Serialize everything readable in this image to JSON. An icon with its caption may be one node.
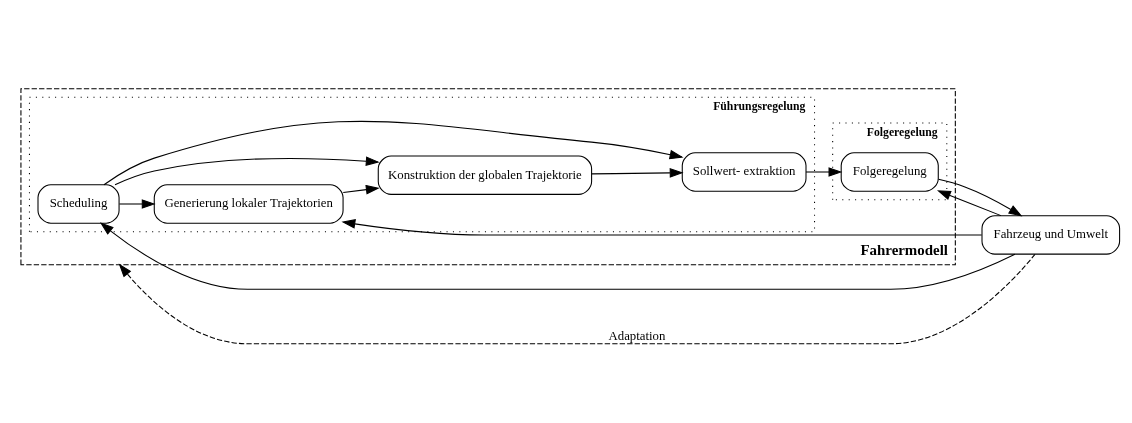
{
  "diagram": {
    "nodes": [
      {
        "text": [
          "Fahrermodell"
        ]
      },
      {
        "text": [
          "Führungsregelung"
        ],
        "in": 0
      },
      {
        "text": [
          "Scheduling"
        ],
        "in": 1
      },
      {
        "text": [
          "Generierung lokaler Trajektorien"
        ],
        "in": 1
      },
      {
        "text": [
          "Konstruktion der globalen Trajektorie"
        ],
        "in": 1
      },
      {
        "text": [
          "Sollwert- extraktion"
        ],
        "in": 1
      },
      {
        "text": [
          "Folgeregelung"
        ],
        "in": 0
      },
      {
        "text": [
          "Folgeregelung"
        ],
        "in": 6
      },
      {
        "text": [
          "Fahrzeug und Umwelt"
        ]
      }
    ],
    "edges": [
      {
        "from": 2,
        "to": 3,
        "arrow": "to"
      },
      {
        "from": 2,
        "to": 4,
        "arrow": "to"
      },
      {
        "from": 3,
        "to": 4,
        "arrow": "to"
      },
      {
        "from": 2,
        "to": 5,
        "arrow": "to"
      },
      {
        "from": 4,
        "to": 5,
        "arrow": "to"
      },
      {
        "from": 5,
        "to": 7,
        "arrow": "to"
      },
      {
        "from": 7,
        "to": 8,
        "arrow": "to"
      },
      {
        "from": 8,
        "to": 7,
        "arrow": "to"
      },
      {
        "from": 8,
        "to": 3,
        "arrow": "to"
      },
      {
        "from": 8,
        "to": 2,
        "arrow": "to"
      },
      {
        "from": 8,
        "to": 0,
        "arrow": "to",
        "label": "Adaptation",
        "style": "dashed"
      }
    ]
  }
}
